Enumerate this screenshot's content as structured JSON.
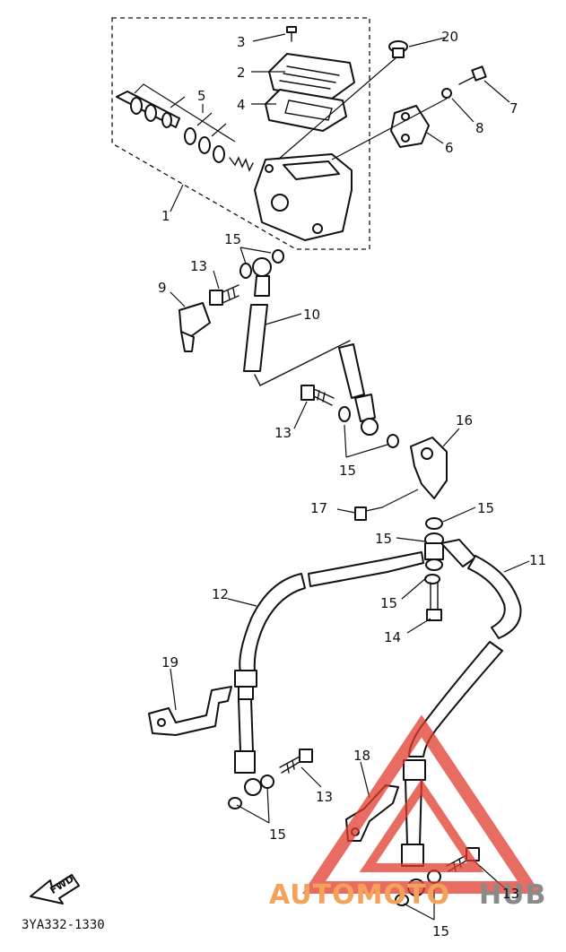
{
  "labels": [
    "1",
    "2",
    "3",
    "4",
    "5",
    "6",
    "7",
    "8",
    "9",
    "10",
    "11",
    "12",
    "13",
    "14",
    "15",
    "16",
    "17",
    "18",
    "19",
    "20"
  ],
  "diagram_code": "3YA332-1330",
  "fwd_marker": "FWD",
  "watermark": {
    "prefix": "AUTOMOTO",
    "suffix": "HUB",
    "color_prefix": "#f4a259",
    "color_suffix": "#8a8a8a",
    "logo_color": "#e23b2e"
  }
}
